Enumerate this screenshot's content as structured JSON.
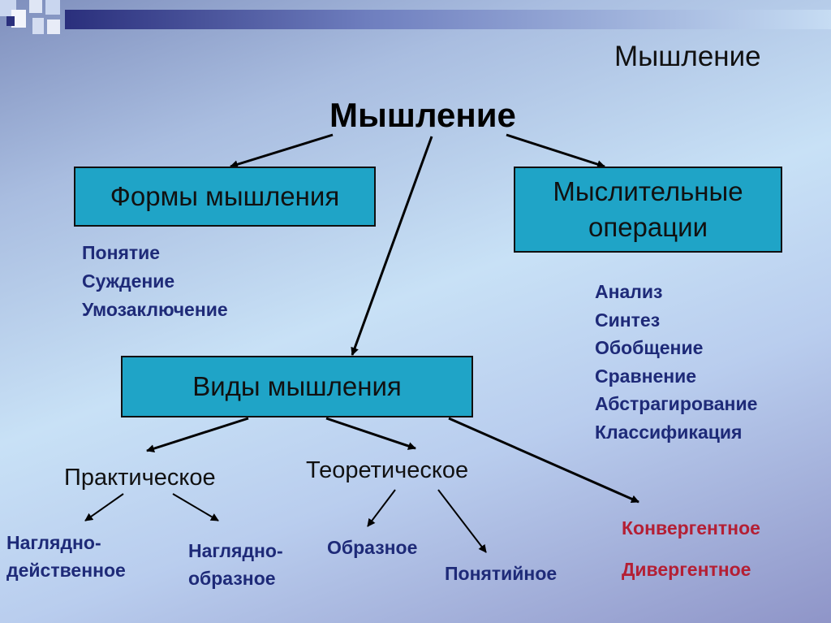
{
  "slide_title": "Мышление",
  "root": "Мышление",
  "forms": {
    "label": "Формы мышления",
    "items": [
      "Понятие",
      "Суждение",
      "Умозаключение"
    ]
  },
  "operations": {
    "line1": "Мыслительные",
    "line2": "операции",
    "items": [
      "Анализ",
      "Синтез",
      "Обобщение",
      "Сравнение",
      "Абстрагирование",
      "Классификация"
    ]
  },
  "types": {
    "label": "Виды мышления",
    "practical": {
      "label": "Практическое",
      "visual_action": {
        "line1": "Наглядно-",
        "line2": "действенное"
      },
      "visual_image": {
        "line1": "Наглядно-",
        "line2": "образное"
      }
    },
    "theoretical": {
      "label": "Теоретическое",
      "figurative": "Образное",
      "conceptual": "Понятийное"
    },
    "convergent": "Конвергентное",
    "divergent": "Дивергентное"
  },
  "colors": {
    "box_fill": "#1fa4c7",
    "list_text": "#1e2a78",
    "accent_red": "#b41f34",
    "header_bar": "#2a2f7c"
  }
}
